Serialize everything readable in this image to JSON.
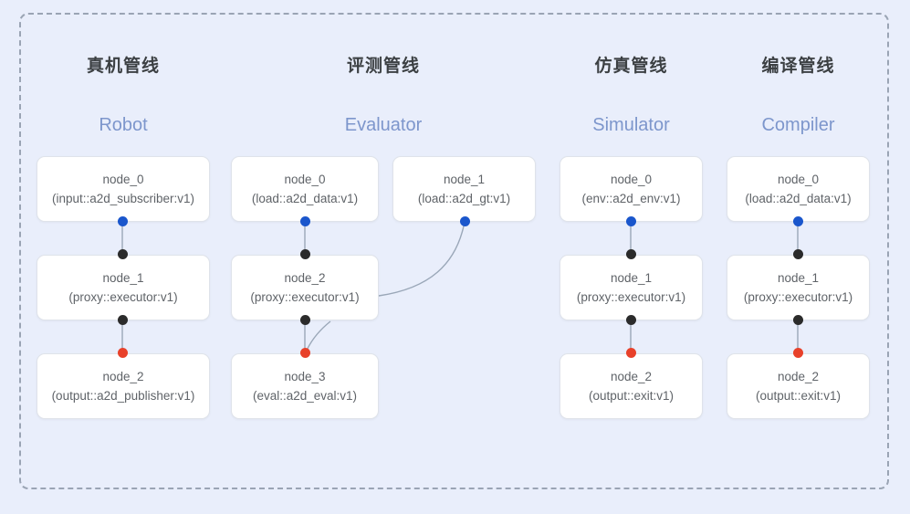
{
  "diagram": {
    "background_color": "#e9eefb",
    "boundary": {
      "style": "dashed",
      "color": "#9aa4b4"
    },
    "port_colors": {
      "input": "#1a56cc",
      "intermediate": "#2b2b2b",
      "output": "#e8412a"
    },
    "columns": [
      {
        "id": "robot",
        "title_cn": "真机管线",
        "title_en": "Robot",
        "nodes": [
          {
            "name": "node_0",
            "type": "(input::a2d_subscriber:v1)"
          },
          {
            "name": "node_1",
            "type": "(proxy::executor:v1)"
          },
          {
            "name": "node_2",
            "type": "(output::a2d_publisher:v1)"
          }
        ]
      },
      {
        "id": "evaluator",
        "title_cn": "评测管线",
        "title_en": "Evaluator",
        "nodes": [
          {
            "name": "node_0",
            "type": "(load::a2d_data:v1)"
          },
          {
            "name": "node_1",
            "type": "(load::a2d_gt:v1)"
          },
          {
            "name": "node_2",
            "type": "(proxy::executor:v1)"
          },
          {
            "name": "node_3",
            "type": "(eval::a2d_eval:v1)"
          }
        ]
      },
      {
        "id": "simulator",
        "title_cn": "仿真管线",
        "title_en": "Simulator",
        "nodes": [
          {
            "name": "node_0",
            "type": "(env::a2d_env:v1)"
          },
          {
            "name": "node_1",
            "type": "(proxy::executor:v1)"
          },
          {
            "name": "node_2",
            "type": "(output::exit:v1)"
          }
        ]
      },
      {
        "id": "compiler",
        "title_cn": "编译管线",
        "title_en": "Compiler",
        "nodes": [
          {
            "name": "node_0",
            "type": "(load::a2d_data:v1)"
          },
          {
            "name": "node_1",
            "type": "(proxy::executor:v1)"
          },
          {
            "name": "node_2",
            "type": "(output::exit:v1)"
          }
        ]
      }
    ]
  }
}
